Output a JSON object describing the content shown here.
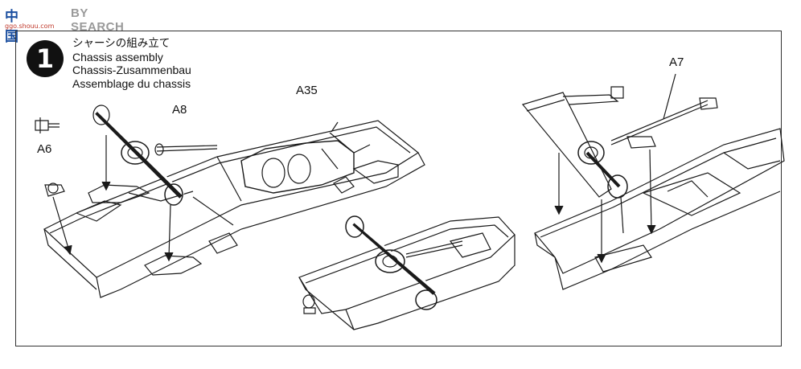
{
  "watermark": {
    "logo": "中国",
    "brand": "BY SEARCH",
    "url": "ggo.shouu.com"
  },
  "step": {
    "number": "1",
    "title_jp": "シャーシの組み立て",
    "title_en": "Chassis assembly",
    "title_de": "Chassis-Zusammenbau",
    "title_fr": "Assemblage du chassis"
  },
  "parts": {
    "a6": "A6",
    "a8": "A8",
    "a35": "A35",
    "a7": "A7"
  }
}
